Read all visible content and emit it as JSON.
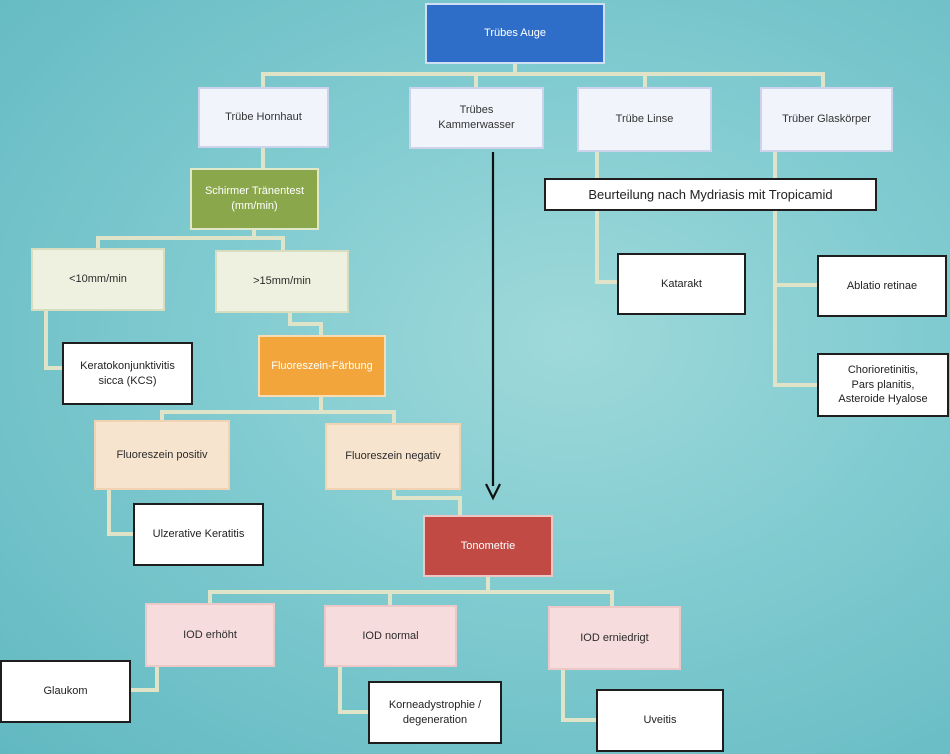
{
  "diagram": {
    "root": "Trübes Auge",
    "categories": {
      "hornhaut": "Trübe Hornhaut",
      "kammerwasser": "Trübes\nKammerwasser",
      "linse": "Trübe Linse",
      "glaskoerper": "Trüber Glaskörper"
    },
    "schirmer_test": "Schirmer Tränentest\n(mm/min)",
    "low_tear": "<10mm/min",
    "high_tear": ">15mm/min",
    "kcs": "Keratokonjunktivitis\nsicca (KCS)",
    "fluorescein_stain": "Fluoreszein-Färbung",
    "fluo_positive": "Fluoreszein positiv",
    "fluo_negative": "Fluoreszein negativ",
    "ulcerative_keratitis": "Ulzerative Keratitis",
    "mydriasis_note": "Beurteilung nach Mydriasis mit Tropicamid",
    "katarakt": "Katarakt",
    "ablatio": "Ablatio retinae",
    "chorioretinitis": "Chorioretinitis,\nPars planitis,\nAsteroide Hyalose",
    "tonometrie": "Tonometrie",
    "iod_high": "IOD erhöht",
    "iod_normal": "IOD normal",
    "iod_low": "IOD erniedrigt",
    "glaukom": "Glaukom",
    "korneadystrophie": "Korneadystrophie /\ndegeneration",
    "uveitis": "Uveitis"
  }
}
